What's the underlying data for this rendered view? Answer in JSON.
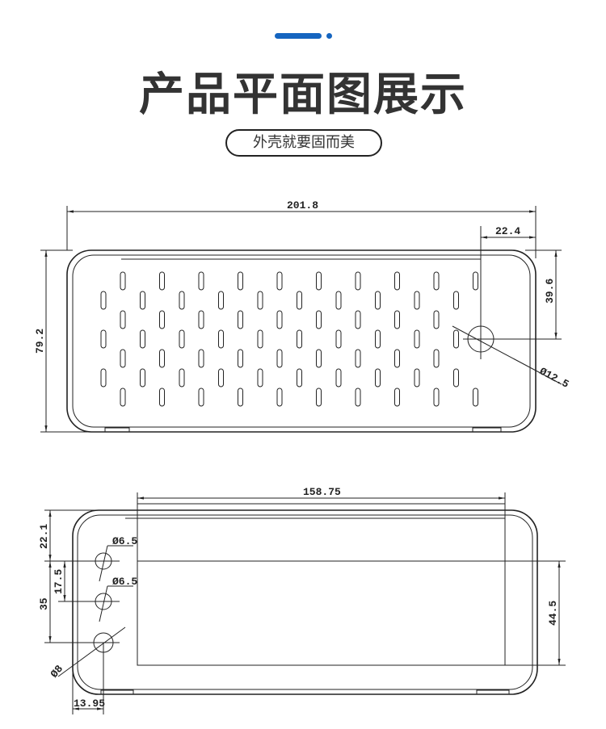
{
  "header": {
    "title": "产品平面图展示",
    "subtitle": "外壳就要固而美",
    "accent_color": "#1565c0"
  },
  "top_view": {
    "overall_length": "201.8",
    "hole_offset_x": "22.4",
    "hole_offset_y": "39.6",
    "height": "79.2",
    "hole_diameter": "Ø12.5"
  },
  "bottom_view": {
    "inner_length": "158.75",
    "top_offset": "22.1",
    "hole_spacing_small": "17.5",
    "hole_spacing": "35",
    "hole1_diameter": "Ø6.5",
    "hole2_diameter": "Ø6.5",
    "hole3_diameter": "Ø8",
    "side_height": "44.5",
    "edge_offset": "13.95"
  }
}
